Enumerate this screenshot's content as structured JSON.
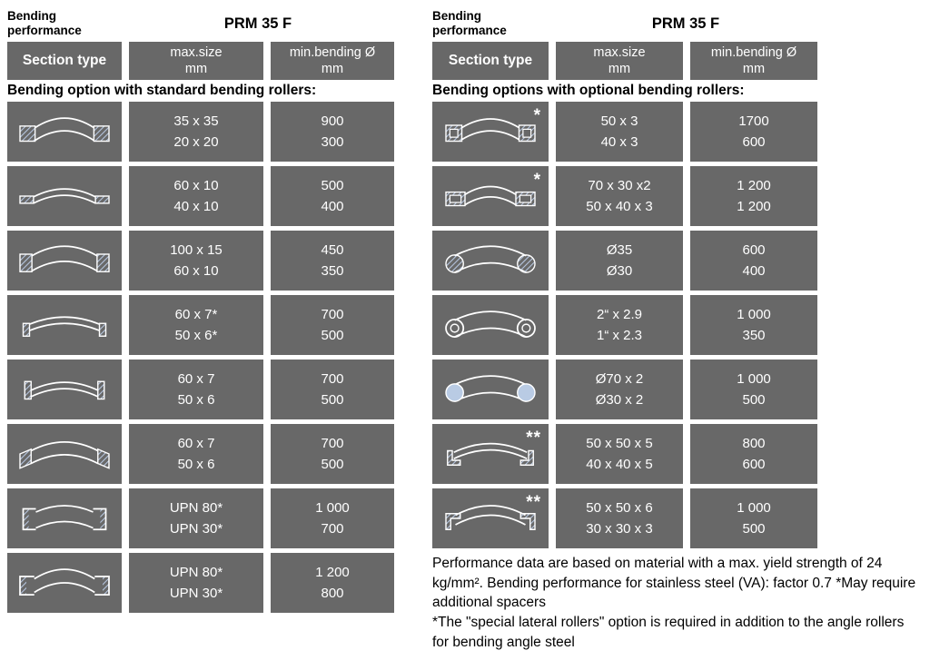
{
  "left_table": {
    "title": "Bending performance",
    "model": "PRM 35 F",
    "columns": {
      "section": "Section type",
      "size_l1": "max.size",
      "size_l2": "mm",
      "bend_l1": "min.bending Ø",
      "bend_l2": "mm"
    },
    "subtitle": "Bending option with standard bending rollers:",
    "rows": [
      {
        "icon": "square-bar-section",
        "size1": "35 x 35",
        "size2": "20 x 20",
        "bend1": "900",
        "bend2": "300"
      },
      {
        "icon": "flat-bar-section",
        "size1": "60 x 10",
        "size2": "40 x 10",
        "bend1": "500",
        "bend2": "400"
      },
      {
        "icon": "flat-bar-edge-section",
        "size1": "100 x 15",
        "size2": "60 x 10",
        "bend1": "450",
        "bend2": "350"
      },
      {
        "icon": "tee-section-leg-out",
        "size1": "60 x 7*",
        "size2": "50 x 6*",
        "bend1": "700",
        "bend2": "500"
      },
      {
        "icon": "tee-section-leg-in",
        "size1": "60 x 7",
        "size2": "50 x 6",
        "bend1": "700",
        "bend2": "500"
      },
      {
        "icon": "wide-flat-section",
        "size1": "60 x 7",
        "size2": "50 x 6",
        "bend1": "700",
        "bend2": "500"
      },
      {
        "icon": "channel-upn-section",
        "size1": "UPN 80*",
        "size2": "UPN 30*",
        "bend1": "1 000",
        "bend2": "700"
      },
      {
        "icon": "channel-upn-flat-section",
        "size1": "UPN 80*",
        "size2": "UPN 30*",
        "bend1": "1 200",
        "bend2": "800"
      }
    ]
  },
  "right_table": {
    "title": "Bending performance",
    "model": "PRM 35 F",
    "columns": {
      "section": "Section type",
      "size_l1": "max.size",
      "size_l2": "mm",
      "bend_l1": "min.bending Ø",
      "bend_l2": "mm"
    },
    "subtitle": "Bending options with optional bending rollers:",
    "rows": [
      {
        "icon": "square-tube-section",
        "marker": "*",
        "size1": "50 x 3",
        "size2": "40 x 3",
        "bend1": "1700",
        "bend2": "600"
      },
      {
        "icon": "rect-tube-section",
        "marker": "*",
        "size1": "70 x 30 x2",
        "size2": "50 x 40 x 3",
        "bend1": "1 200",
        "bend2": "1 200"
      },
      {
        "icon": "round-bar-section",
        "marker": "",
        "size1": "Ø35",
        "size2": "Ø30",
        "bend1": "600",
        "bend2": "400"
      },
      {
        "icon": "pipe-section",
        "marker": "",
        "size1": "2“ x 2.9",
        "size2": "1“ x 2.3",
        "bend1": "1 000",
        "bend2": "350"
      },
      {
        "icon": "round-tube-section",
        "marker": "",
        "size1": "Ø70 x 2",
        "size2": "Ø30 x 2",
        "bend1": "1 000",
        "bend2": "500"
      },
      {
        "icon": "angle-section",
        "marker": "**",
        "size1": "50 x 50 x 5",
        "size2": "40 x 40 x 5",
        "bend1": "800",
        "bend2": "600"
      },
      {
        "icon": "angle-section-alt",
        "marker": "**",
        "size1": "50 x 50 x 6",
        "size2": "30 x 30 x 3",
        "bend1": "1 000",
        "bend2": "500"
      }
    ]
  },
  "footer": {
    "para1": "Performance data are based on material with a max. yield strength of 24 kg/mm². Bending performance for stainless steel (VA): factor 0.7  *May require additional spacers",
    "para2": "*The \"special lateral rollers\" option is required in addition to the angle rollers for bending angle steel"
  }
}
